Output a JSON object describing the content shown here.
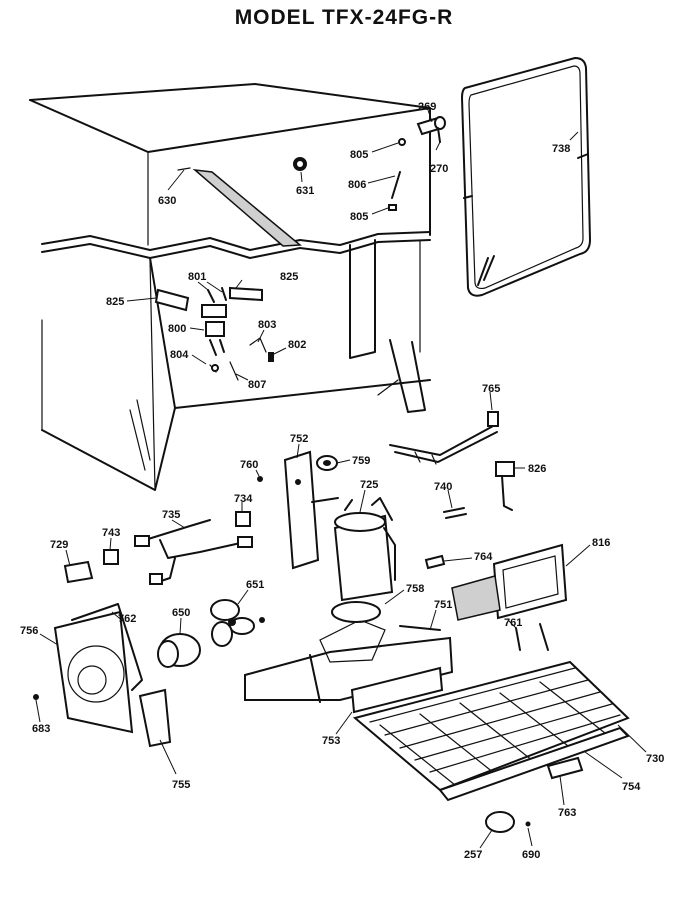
{
  "title": "MODEL TFX-24FG-R",
  "labels": {
    "p269": "269",
    "p270": "270",
    "p738": "738",
    "p805a": "805",
    "p806": "806",
    "p805b": "805",
    "p631": "631",
    "p630": "630",
    "p801": "801",
    "p825a": "825",
    "p825b": "825",
    "p800": "800",
    "p803": "803",
    "p802": "802",
    "p804": "804",
    "p807": "807",
    "p765": "765",
    "p752": "752",
    "p760": "760",
    "p759": "759",
    "p826": "826",
    "p725": "725",
    "p740": "740",
    "p734": "734",
    "p735": "735",
    "p743": "743",
    "p729": "729",
    "p764": "764",
    "p816": "816",
    "p651": "651",
    "p758": "758",
    "p751": "751",
    "p650": "650",
    "p762": "762",
    "p756": "756",
    "p761": "761",
    "p683": "683",
    "p753": "753",
    "p755": "755",
    "p730": "730",
    "p754": "754",
    "p763": "763",
    "p257": "257",
    "p690": "690"
  }
}
